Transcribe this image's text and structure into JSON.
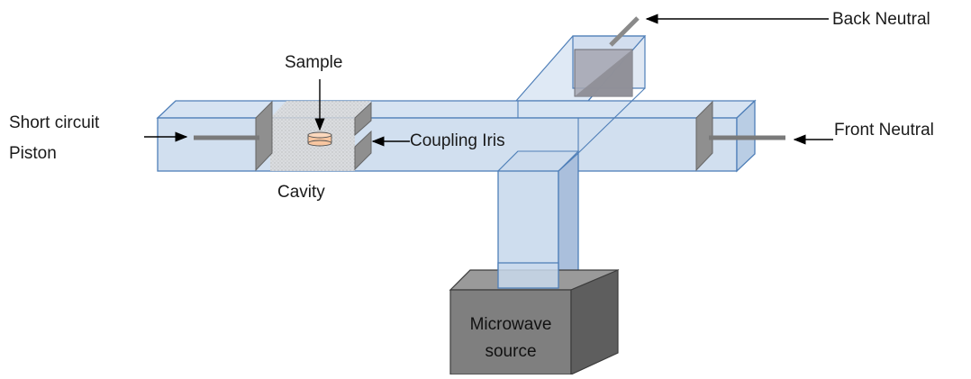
{
  "labels": {
    "back_neutral": "Back Neutral",
    "sample": "Sample",
    "short_circuit_line1": "Short circuit",
    "short_circuit_line2": "Piston",
    "coupling_iris": "Coupling Iris",
    "front_neutral": "Front Neutral",
    "cavity": "Cavity",
    "microwave_source_line1": "Microwave",
    "microwave_source_line2": "source"
  },
  "colors": {
    "waveguide_fill": "#c9d9ec",
    "waveguide_edge": "#4f7fb8",
    "plate_fill": "#8c8c8c",
    "source_fill": "#7f7f7f",
    "sample_fill": "#f8c6a0",
    "rod_fill": "#7a7a7a",
    "arrow": "#000000"
  }
}
